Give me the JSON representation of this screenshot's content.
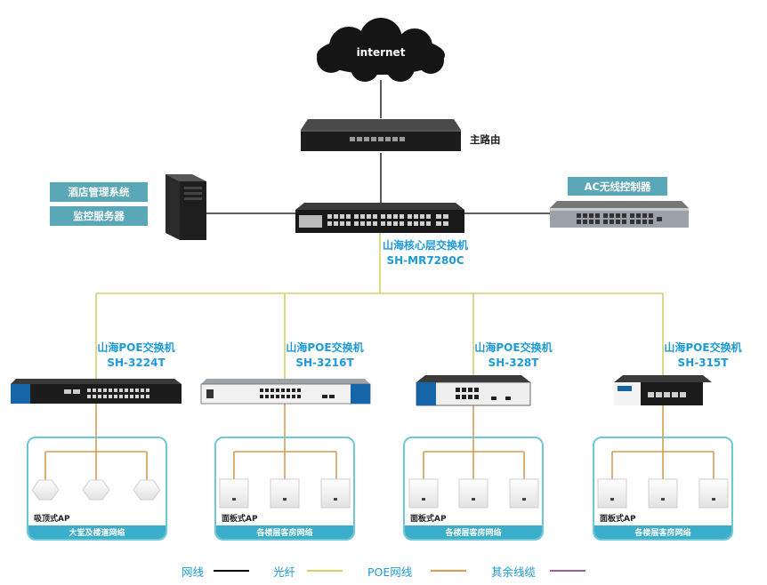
{
  "internet": "internet",
  "router": {
    "label": "主路由"
  },
  "servers": {
    "hotel": "酒店管理系统",
    "monitor": "监控服务器"
  },
  "ac": {
    "label": "AC无线控制器"
  },
  "core": {
    "name": "山海核心层交换机",
    "model": "SH-MR7280C"
  },
  "poe_switches": [
    {
      "name": "山海POE交换机",
      "model": "SH-3224T"
    },
    {
      "name": "山海POE交换机",
      "model": "SH-3216T"
    },
    {
      "name": "山海POE交换机",
      "model": "SH-328T"
    },
    {
      "name": "山海POE交换机",
      "model": "SH-315T"
    }
  ],
  "groups": [
    {
      "ap_type": "吸顶式AP",
      "network": "大堂及楼道网络"
    },
    {
      "ap_type": "面板式AP",
      "network": "各楼层客房网络"
    },
    {
      "ap_type": "面板式AP",
      "network": "各楼层客房网络"
    },
    {
      "ap_type": "面板式AP",
      "network": "各楼层客房网络"
    }
  ],
  "legend": [
    {
      "label": "网线",
      "color": "#000000"
    },
    {
      "label": "光纤",
      "color": "#d6cf6b"
    },
    {
      "label": "POE网线",
      "color": "#d79b52"
    },
    {
      "label": "其余线缆",
      "color": "#a05a96"
    }
  ],
  "colors": {
    "label_blue": "#1e9bd7",
    "fiber": "#d6cf6b",
    "poe": "#d79b52",
    "group_border": "#6ec8d6",
    "box_teal": "#5aa7b8"
  }
}
